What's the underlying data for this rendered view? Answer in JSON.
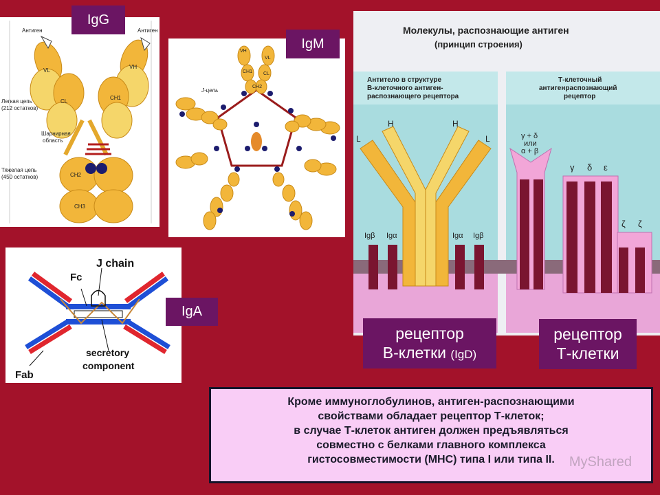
{
  "tags": {
    "igg": "IgG",
    "igm": "IgM",
    "iga": "IgA"
  },
  "igg_diagram": {
    "antigen_left": "Антиген",
    "antigen_right": "Антиген",
    "light_chain_1": "Легкая цепь",
    "light_chain_2": "(212 остатков)",
    "hinge_1": "Шарнирная",
    "hinge_2": "область",
    "heavy_chain_1": "Тяжелая цепь",
    "heavy_chain_2": "(450 остатков)",
    "vl_left": "VL",
    "cl_left": "CL",
    "vh_right": "VH",
    "ch1_right": "CH1",
    "ch2": "CH2",
    "ch3": "CH3"
  },
  "igm_diagram": {
    "j_chain": "J-цепь",
    "vh": "VH",
    "vl": "VL",
    "cl": "CL",
    "ch1": "CH1",
    "ch2": "CH2"
  },
  "iga_diagram": {
    "j_chain": "J chain",
    "fc": "Fc",
    "secretory_1": "secretory",
    "secretory_2": "component",
    "fab": "Fab"
  },
  "receptor_panel": {
    "title_1": "Молекулы, распознающие антиген",
    "title_2": "(принцип строения)",
    "b_header_1": "Антитело в структуре",
    "b_header_2": "В-клеточного антиген-",
    "b_header_3": "распознающего рецептора",
    "t_header_1": "Т-клеточный",
    "t_header_2": "антигенраспознающий",
    "t_header_3": "рецептор",
    "l_left": "L",
    "h_left": "H",
    "h_right": "H",
    "l_right": "L",
    "ig_beta_1": "Igβ",
    "ig_alpha_1": "Igα",
    "ig_alpha_2": "Igα",
    "ig_beta_2": "Igβ",
    "gd_1": "γ + δ",
    "gd_2": "или",
    "gd_3": "α + β",
    "gamma": "γ",
    "delta": "δ",
    "epsilon": "ε",
    "zeta_1": "ζ",
    "zeta_2": "ζ"
  },
  "captions": {
    "b_line1": "рецептор",
    "b_line2_main": "В-клетки",
    "b_line2_small": "(IgD)",
    "t_line1": "рецептор",
    "t_line2": "Т-клетки"
  },
  "note": {
    "line1": "Кроме иммуноглобулинов, антиген-распознающими",
    "line2": "свойствами обладает рецептор Т-клеток;",
    "line3": "в случае Т-клеток антиген должен предъявляться",
    "line4": "совместно с белками главного комплекса",
    "line5": "гистосовместимости (МНС) типа I или типа II."
  },
  "watermark": "MyShared",
  "colors": {
    "background": "#a3122a",
    "tag": "#6b1563",
    "note_bg": "#f9cdf6",
    "domain_yellow": "#f2b63a",
    "membrane_pink": "#e9a6d8",
    "receptor_teal": "#a9dcdf",
    "chain_maroon": "#7a1530"
  }
}
